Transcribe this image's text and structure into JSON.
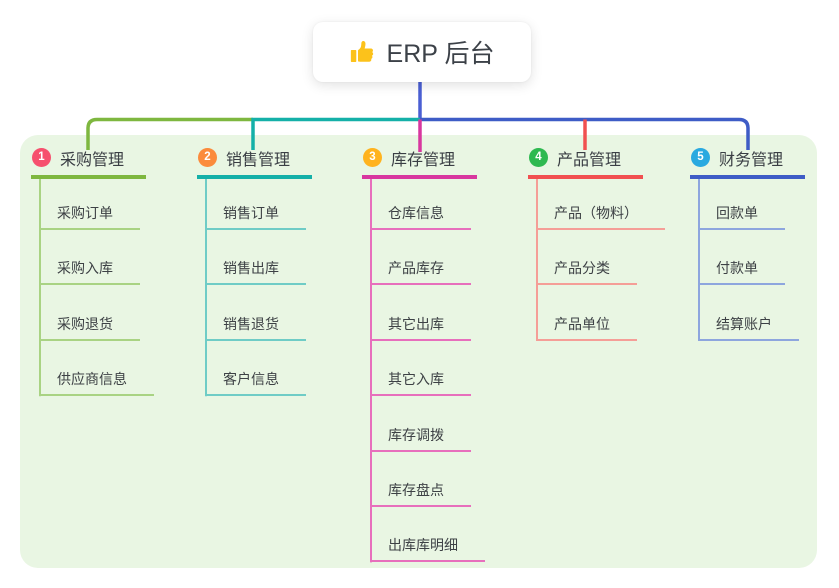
{
  "root": {
    "title": "ERP 后台",
    "icon": "thumbs-up-icon"
  },
  "branches": [
    {
      "number": "1",
      "label": "采购管理",
      "badge_color": "#f6506e",
      "line_color": "#7eb73f",
      "child_line_color": "#a9d383",
      "children": [
        "采购订单",
        "采购入库",
        "采购退货",
        "供应商信息"
      ]
    },
    {
      "number": "2",
      "label": "销售管理",
      "badge_color": "#fb8b3c",
      "line_color": "#14b0a8",
      "child_line_color": "#6fccc6",
      "children": [
        "销售订单",
        "销售出库",
        "销售退货",
        "客户信息"
      ]
    },
    {
      "number": "3",
      "label": "库存管理",
      "badge_color": "#ffb31e",
      "line_color": "#d8379f",
      "child_line_color": "#e76fbc",
      "children": [
        "仓库信息",
        "产品库存",
        "其它出库",
        "其它入库",
        "库存调拨",
        "库存盘点",
        "出库库明细"
      ]
    },
    {
      "number": "4",
      "label": "产品管理",
      "badge_color": "#2eb950",
      "line_color": "#f15050",
      "child_line_color": "#f59e97",
      "children": [
        "产品（物料）",
        "产品分类",
        "产品单位"
      ]
    },
    {
      "number": "5",
      "label": "财务管理",
      "badge_color": "#29a9e0",
      "line_color": "#3e5cc6",
      "child_line_color": "#8ea6de",
      "children": [
        "回款单",
        "付款单",
        "结算账户"
      ]
    }
  ],
  "colors": {
    "panel_bg": "#e9f6e3",
    "connector_blue": "#4a5fd3",
    "root_text": "#3c4148",
    "thumb_gold": "#fcc21b",
    "text": "#3d4145"
  }
}
